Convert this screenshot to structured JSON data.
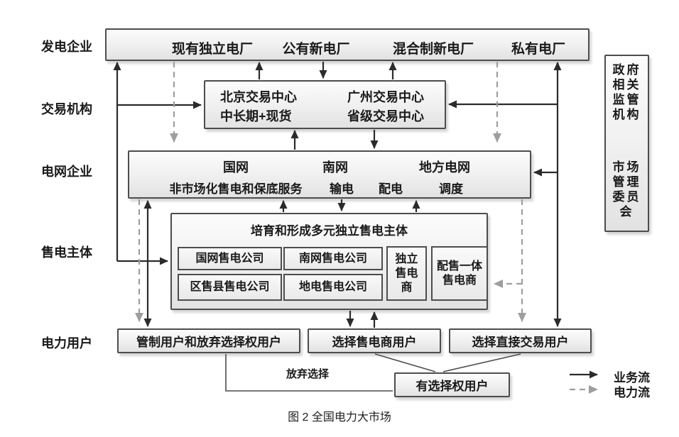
{
  "caption": "图 2  全国电力大市场",
  "colors": {
    "business_flow": "#2b2b2b",
    "power_flow": "#9e9e9e",
    "box_border": "#4d4d4d",
    "box_fill_top": "#fcfcfc",
    "box_fill_bottom": "#e2e2e2"
  },
  "row_labels": {
    "generation": "发电企业",
    "trading": "交易机构",
    "grid": "电网企业",
    "selling": "售电主体",
    "users": "电力用户"
  },
  "generation": {
    "plants": [
      "现有独立电厂",
      "公有新电厂",
      "混合制新电厂",
      "私有电厂"
    ]
  },
  "trading": {
    "beijing_line1": "北京交易中心",
    "beijing_line2": "中长期+现货",
    "guangzhou_line1": "广州交易中心",
    "guangzhou_line2": "省级交易中心"
  },
  "grid": {
    "row1": [
      "国网",
      "南网",
      "地方电网"
    ],
    "row2": [
      "非市场化售电和保底服务",
      "输电",
      "配电",
      "调度"
    ]
  },
  "selling": {
    "title": "培育和形成多元独立售电主体",
    "companies": [
      "国网售电公司",
      "南网售电公司",
      "区售县售电公司",
      "地电售电公司"
    ],
    "independent": "独立售电商",
    "integrated": "配售一体售电商"
  },
  "users": {
    "regulated": "管制用户和放弃选择权用户",
    "retail_choice": "选择售电商用户",
    "direct_trade": "选择直接交易用户",
    "with_choice": "有选择权用户",
    "give_up": "放弃选择"
  },
  "regulator": {
    "government": "政府相关监管机构",
    "committee": "市场管理委员会"
  },
  "legend": {
    "business": "业务流",
    "power": "电力流"
  }
}
